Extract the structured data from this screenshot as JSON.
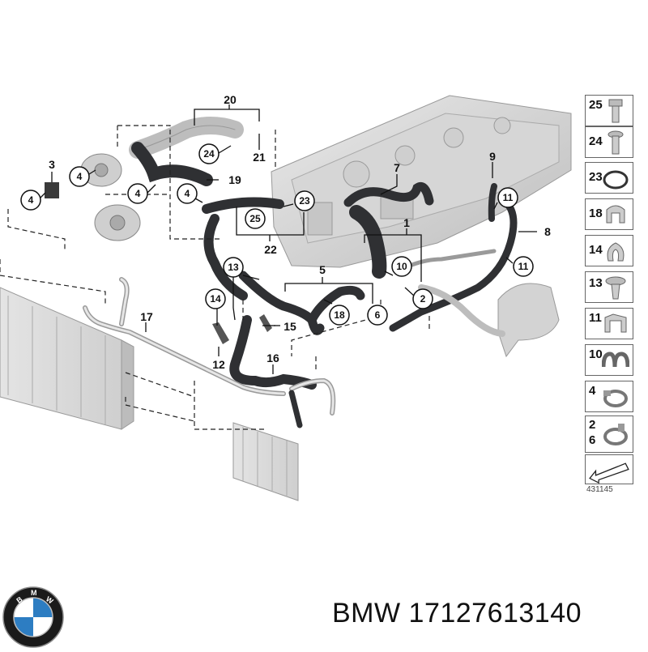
{
  "callouts": {
    "c1": "1",
    "c2": "2",
    "c3": "3",
    "c4": "4",
    "c5": "5",
    "c6": "6",
    "c7": "7",
    "c8": "8",
    "c9": "9",
    "c10": "10",
    "c11": "11",
    "c12": "12",
    "c13": "13",
    "c14": "14",
    "c15": "15",
    "c16": "16",
    "c17": "17",
    "c18": "18",
    "c19": "19",
    "c20": "20",
    "c21": "21",
    "c22": "22",
    "c23": "23",
    "c24": "24",
    "c25": "25"
  },
  "legend": {
    "items": [
      {
        "num": "25",
        "icon": "bolt-icon"
      },
      {
        "num": "24",
        "icon": "bolt-icon"
      },
      {
        "num": "23",
        "icon": "o-ring-icon"
      },
      {
        "num": "18",
        "icon": "clip-icon"
      },
      {
        "num": "14",
        "icon": "clip-icon"
      },
      {
        "num": "13",
        "icon": "expanding-rivet-icon"
      },
      {
        "num": "11",
        "icon": "clamp-icon"
      },
      {
        "num": "10",
        "icon": "double-clip-icon"
      },
      {
        "num": "4",
        "icon": "hose-clamp-icon"
      },
      {
        "num": "2\n6",
        "icon": "hose-clamp-icon"
      },
      {
        "num": "",
        "icon": "arrow-icon"
      }
    ],
    "code": "431145"
  },
  "caption": {
    "brand": "BMW",
    "part_number": "17127613140",
    "text": "BMW 17127613140"
  },
  "colors": {
    "hose": "#2f3033",
    "part": "#c9c9c9",
    "line": "#222222"
  }
}
